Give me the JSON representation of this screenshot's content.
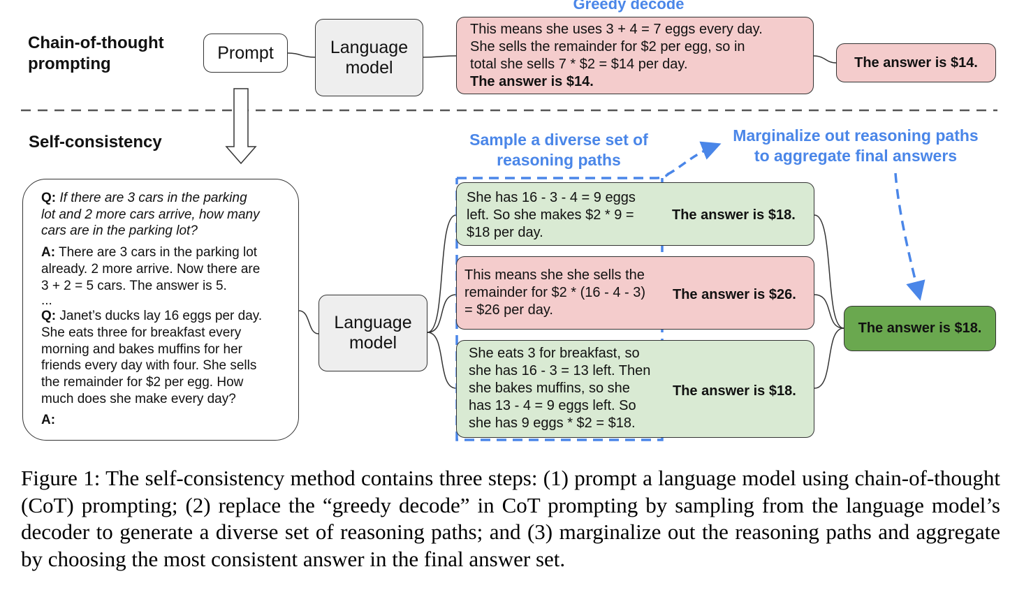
{
  "sections": {
    "cot": [
      "Chain-of-thought",
      "prompting"
    ],
    "sc": "Self-consistency"
  },
  "cot": {
    "prompt_label": "Prompt",
    "lm_label": [
      "Language",
      "model"
    ],
    "greedy_label": "Greedy decode",
    "greedy_text": [
      "This means she uses 3 + 4 = 7 eggs every day.",
      "She sells the remainder for $2 per egg, so in",
      "total she sells 7 * $2 = $14 per day."
    ],
    "greedy_answer": "The answer is $14.",
    "final_answer": "The answer is $14."
  },
  "prompt_text": {
    "q1_label": "Q:",
    "q1": [
      "If there are 3 cars in the parking",
      "lot and 2 more cars arrive, how many",
      "cars are in the parking lot?"
    ],
    "a1_label": "A:",
    "a1": [
      "There are 3 cars in the parking lot",
      "already. 2 more arrive. Now there are",
      "3 + 2 = 5 cars. The answer is 5."
    ],
    "ellipsis": "...",
    "q2_label": "Q:",
    "q2": [
      "Janet’s ducks lay 16 eggs per day.",
      "She eats three for breakfast every",
      "morning and bakes muffins for her",
      "friends every day with four. She sells",
      "the remainder for $2 per egg. How",
      "much does she make every day?"
    ],
    "a2_label": "A:"
  },
  "sc": {
    "lm_label": [
      "Language",
      "model"
    ],
    "sample_label": [
      "Sample a diverse set of",
      "reasoning paths"
    ],
    "marginalize_label": [
      "Marginalize out reasoning paths",
      "to aggregate final answers"
    ],
    "paths": [
      {
        "text": [
          "She has 16 - 3 - 4 = 9 eggs",
          "left. So she makes $2 * 9 =",
          "$18 per day."
        ],
        "answer": "The answer is $18.",
        "color": "#d9ead3"
      },
      {
        "text": [
          "This means she she sells the",
          "remainder for $2 * (16 - 4 - 3)",
          "= $26 per day."
        ],
        "answer": "The answer is $26.",
        "color": "#f4cccc"
      },
      {
        "text": [
          "She eats 3 for breakfast, so",
          "she has 16 - 3 = 13 left. Then",
          "she bakes muffins, so she",
          "has 13 - 4 = 9 eggs left. So",
          "she has 9 eggs * $2 = $18."
        ],
        "answer": "The answer is $18.",
        "color": "#d9ead3"
      }
    ],
    "final_answer": "The answer is $18."
  },
  "caption": "Figure 1: The self-consistency method contains three steps: (1) prompt a language model using chain-of-thought (CoT) prompting; (2) replace the “greedy decode” in CoT prompting by sampling from the language model’s decoder to generate a diverse set of reasoning paths; and (3) marginalize out the reasoning paths and aggregate by choosing the most consistent answer in the final answer set.",
  "colors": {
    "pink": "#f4cccc",
    "light_green": "#d9ead3",
    "dark_green": "#6aa84f",
    "gray": "#eeeeee",
    "blue": "#4a86e8"
  }
}
